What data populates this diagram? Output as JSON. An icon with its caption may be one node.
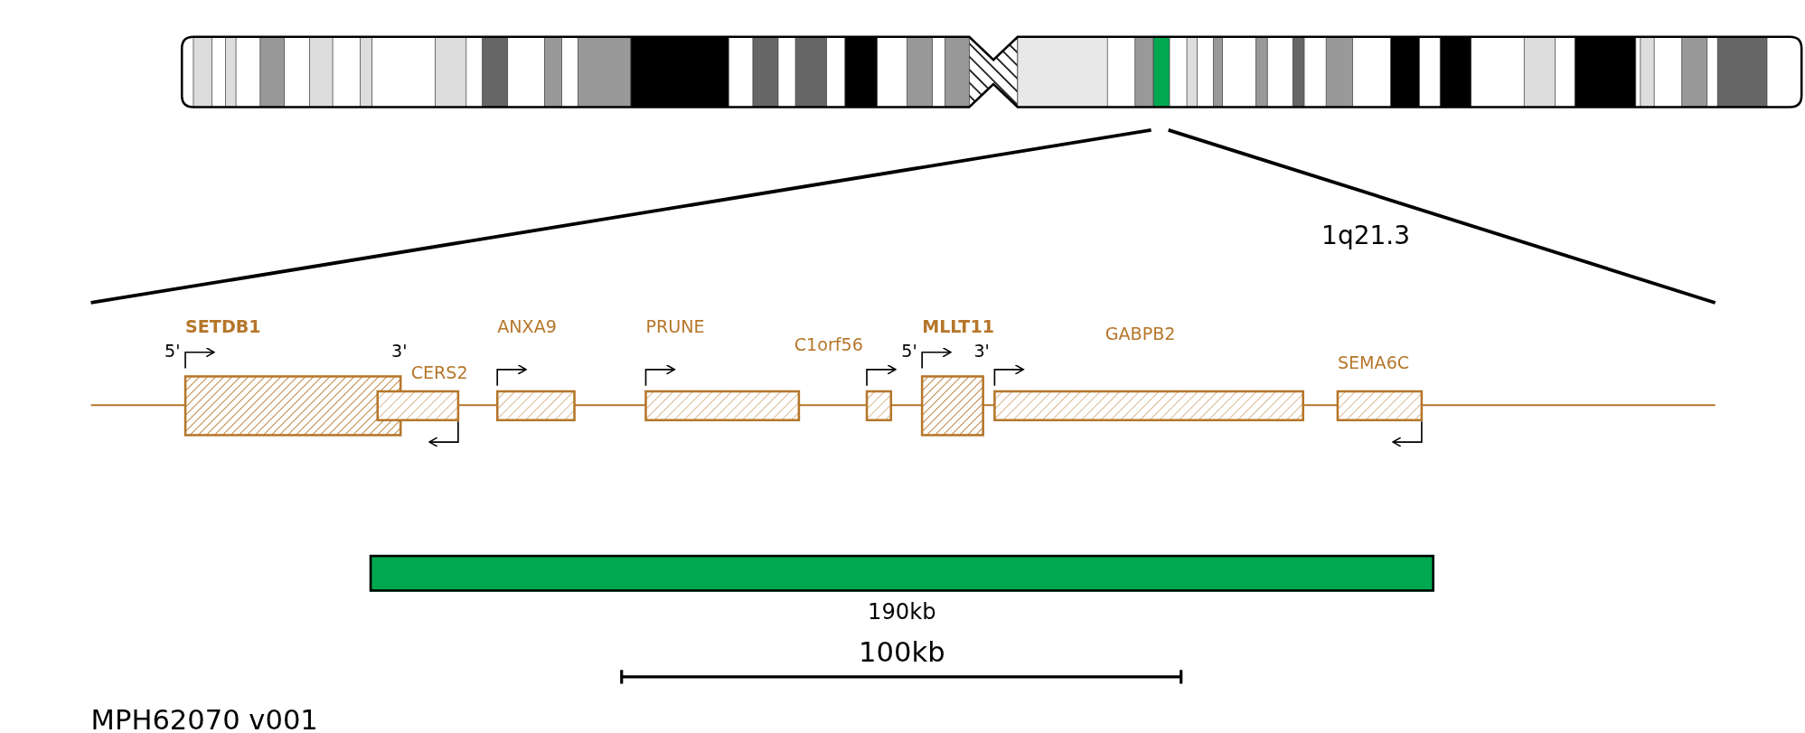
{
  "diagram": {
    "nodes": [
      {
        "text": [
          "SETDB1"
        ]
      },
      {
        "text": [
          "CERS2"
        ]
      },
      {
        "text": [
          "ANXA9"
        ]
      },
      {
        "text": [
          "PRUNE"
        ]
      },
      {
        "text": [
          "C1orf56"
        ]
      },
      {
        "text": [
          "MLLT11"
        ]
      },
      {
        "text": [
          "GABPB2"
        ]
      },
      {
        "text": [
          "SEMA6C"
        ]
      },
      {
        "text": [
          "190kb"
        ]
      }
    ],
    "labels": [
      "1q21.3",
      "5'",
      "3'",
      "5'",
      "3'",
      "100kb",
      "MPH62070 v001"
    ]
  }
}
